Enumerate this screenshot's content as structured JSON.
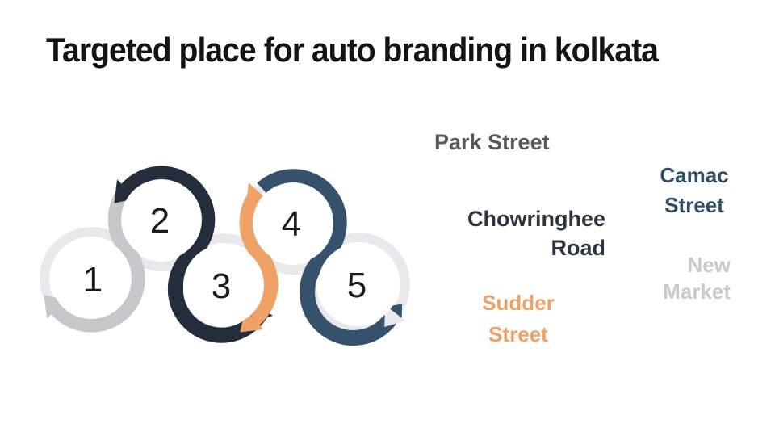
{
  "slide": {
    "title": "Targeted place for auto branding in kolkata",
    "background": "#ffffff"
  },
  "diagram": {
    "type": "serpentine-process-arrows",
    "steps": [
      {
        "number": "1",
        "label": "Park Street",
        "color": "#c7c7c9"
      },
      {
        "number": "2",
        "label": "Chowringhee\nRoad",
        "color": "#242d3c"
      },
      {
        "number": "3",
        "label": "Sudder\nStreet",
        "color": "#f0a266"
      },
      {
        "number": "4",
        "label": "Camac\nStreet",
        "color": "#304d6b"
      },
      {
        "number": "5",
        "label": "New\nMarket",
        "color": "#c9cacc"
      }
    ],
    "colors": {
      "light_ring": "#e9e9eb",
      "gray_band": "#c7c7c9",
      "dark_navy_band": "#242d3c",
      "orange_band": "#f0a266",
      "steel_blue_band": "#36516c",
      "number_text": "#1b1b1b",
      "title_text": "#141414"
    }
  }
}
